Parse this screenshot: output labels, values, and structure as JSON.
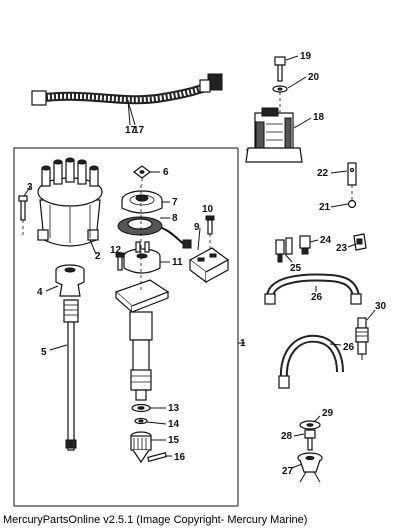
{
  "callouts": [
    "1",
    "2",
    "3",
    "4",
    "5",
    "6",
    "7",
    "8",
    "9",
    "10",
    "11",
    "12",
    "13",
    "14",
    "15",
    "16",
    "17",
    "17",
    "18",
    "19",
    "20",
    "21",
    "22",
    "23",
    "24",
    "25",
    "26",
    "26",
    "27",
    "28",
    "29",
    "30"
  ],
  "caption": "MercuryPartsOnline v2.5.1 (Image Copyright- Mercury Marine)"
}
